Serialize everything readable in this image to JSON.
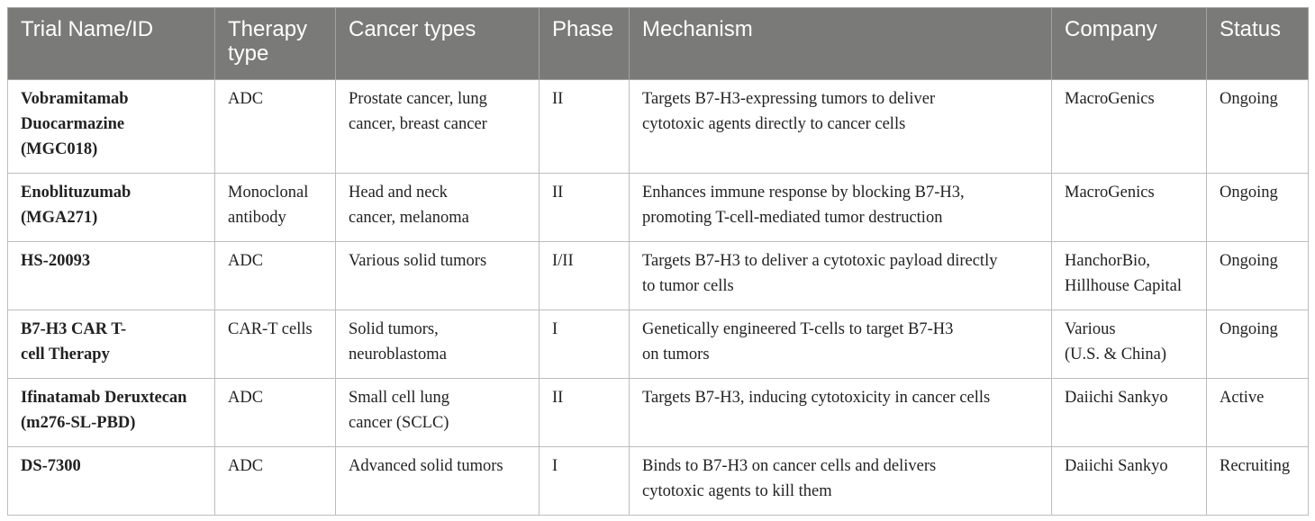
{
  "table": {
    "headers": [
      "Trial Name/ID",
      "Therapy type",
      "Cancer types",
      "Phase",
      "Mechanism",
      "Company",
      "Status"
    ],
    "header_lines": [
      [
        "Trial Name/ID"
      ],
      [
        "Therapy",
        "type"
      ],
      [
        "Cancer types"
      ],
      [
        "Phase"
      ],
      [
        "Mechanism"
      ],
      [
        "Company"
      ],
      [
        "Status"
      ]
    ],
    "rows": [
      {
        "name": [
          "Vobramitamab",
          "Duocarmazine",
          "(MGC018)"
        ],
        "therapy": [
          "ADC"
        ],
        "cancer": [
          "Prostate cancer, lung",
          "cancer, breast cancer"
        ],
        "phase": [
          "II"
        ],
        "mechanism": [
          "Targets B7-H3-expressing tumors to deliver",
          "cytotoxic agents directly to cancer cells"
        ],
        "company": [
          "MacroGenics"
        ],
        "status": [
          "Ongoing"
        ]
      },
      {
        "name": [
          "Enoblituzumab",
          "(MGA271)"
        ],
        "therapy": [
          "Monoclonal",
          "antibody"
        ],
        "cancer": [
          "Head and neck",
          "cancer, melanoma"
        ],
        "phase": [
          "II"
        ],
        "mechanism": [
          "Enhances immune response by blocking B7-H3,",
          "promoting T-cell-mediated tumor destruction"
        ],
        "company": [
          "MacroGenics"
        ],
        "status": [
          "Ongoing"
        ]
      },
      {
        "name": [
          "HS-20093"
        ],
        "therapy": [
          "ADC"
        ],
        "cancer": [
          "Various solid tumors"
        ],
        "phase": [
          "I/II"
        ],
        "mechanism": [
          "Targets B7-H3 to deliver a cytotoxic payload directly",
          "to tumor cells"
        ],
        "company": [
          "HanchorBio,",
          "Hillhouse Capital"
        ],
        "status": [
          "Ongoing"
        ]
      },
      {
        "name": [
          "B7-H3 CAR T-",
          "cell Therapy"
        ],
        "therapy": [
          "CAR-T cells"
        ],
        "cancer": [
          "Solid tumors,",
          "neuroblastoma"
        ],
        "phase": [
          "I"
        ],
        "mechanism": [
          "Genetically engineered T-cells to target B7-H3",
          "on tumors"
        ],
        "company": [
          "Various",
          "(U.S. & China)"
        ],
        "status": [
          "Ongoing"
        ]
      },
      {
        "name": [
          "Ifinatamab Deruxtecan",
          "(m276-SL-PBD)"
        ],
        "therapy": [
          "ADC"
        ],
        "cancer": [
          "Small cell lung",
          "cancer (SCLC)"
        ],
        "phase": [
          "II"
        ],
        "mechanism": [
          "Targets B7-H3, inducing cytotoxicity in cancer cells"
        ],
        "company": [
          "Daiichi Sankyo"
        ],
        "status": [
          "Active"
        ]
      },
      {
        "name": [
          "DS-7300"
        ],
        "therapy": [
          "ADC"
        ],
        "cancer": [
          "Advanced solid tumors"
        ],
        "phase": [
          "I"
        ],
        "mechanism": [
          "Binds to B7-H3 on cancer cells and delivers",
          "cytotoxic agents to kill them"
        ],
        "company": [
          "Daiichi Sankyo"
        ],
        "status": [
          "Recruiting"
        ]
      }
    ]
  }
}
